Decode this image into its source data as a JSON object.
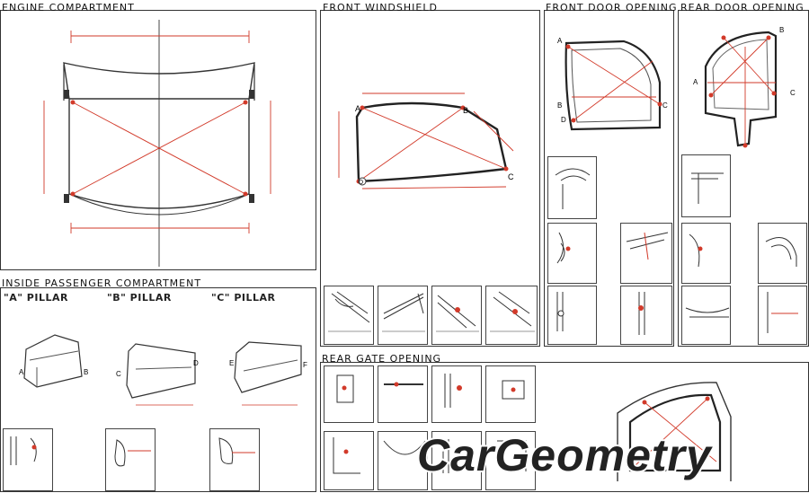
{
  "sections": {
    "engine": {
      "title": "ENGINE COMPARTMENT"
    },
    "windshield": {
      "title": "FRONT WINDSHIELD"
    },
    "front_door": {
      "title": "FRONT DOOR OPENING"
    },
    "rear_door": {
      "title": "REAR DOOR OPENING"
    },
    "passenger": {
      "title": "INSIDE PASSENGER COMPARTMENT"
    },
    "rear_gate": {
      "title": "REAR GATE OPENING"
    }
  },
  "pillars": {
    "a": "\"A\" PILLAR",
    "b": "\"B\" PILLAR",
    "c": "\"C\" PILLAR"
  },
  "point_labels": {
    "A": "A",
    "B": "B",
    "C": "C",
    "D": "D"
  },
  "logo_text": "CarGeometry",
  "colors": {
    "accent": "#d23a2a",
    "line": "#333333",
    "logo_fill": "#222222"
  }
}
